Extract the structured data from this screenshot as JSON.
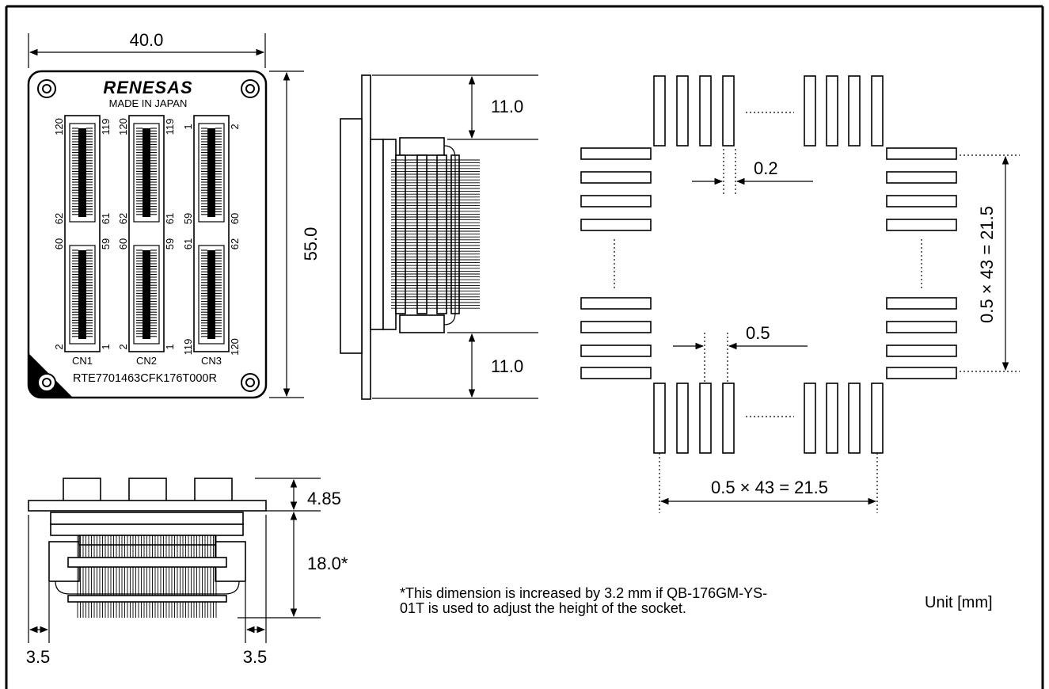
{
  "front_view": {
    "width": "40.0",
    "height": "55.0",
    "brand": "RENESAS",
    "origin": "MADE  IN  JAPAN",
    "part_number": "RTE7701463CFK176T000R",
    "connectors": [
      {
        "name": "CN1",
        "top_left": "120",
        "top_right": "119",
        "mid_top_left": "62",
        "mid_top_right": "61",
        "mid_bot_left": "60",
        "mid_bot_right": "59",
        "bot_left": "2",
        "bot_right": "1"
      },
      {
        "name": "CN2",
        "top_left": "120",
        "top_right": "119",
        "mid_top_left": "62",
        "mid_top_right": "61",
        "mid_bot_left": "60",
        "mid_bot_right": "59",
        "bot_left": "2",
        "bot_right": "1"
      },
      {
        "name": "CN3",
        "top_left": "1",
        "top_right": "2",
        "mid_top_left": "59",
        "mid_top_right": "60",
        "mid_bot_left": "61",
        "mid_bot_right": "62",
        "bot_left": "119",
        "bot_right": "120"
      }
    ]
  },
  "side_view": {
    "top_dim": "11.0",
    "bottom_dim": "11.0"
  },
  "footprint": {
    "pad_width": "0.2",
    "pitch": "0.5",
    "vertical_span": "0.5 × 43 = 21.5",
    "horizontal_span": "0.5 × 43 = 21.5"
  },
  "bottom_view": {
    "height_top": "4.85",
    "height_main": "18.0*",
    "left_margin": "3.5",
    "right_margin": "3.5"
  },
  "note": {
    "line1": "*This dimension is increased by 3.2 mm if QB-176GM-YS-",
    "line2": "01T is used to adjust the height of the socket."
  },
  "unit": "Unit [mm]"
}
